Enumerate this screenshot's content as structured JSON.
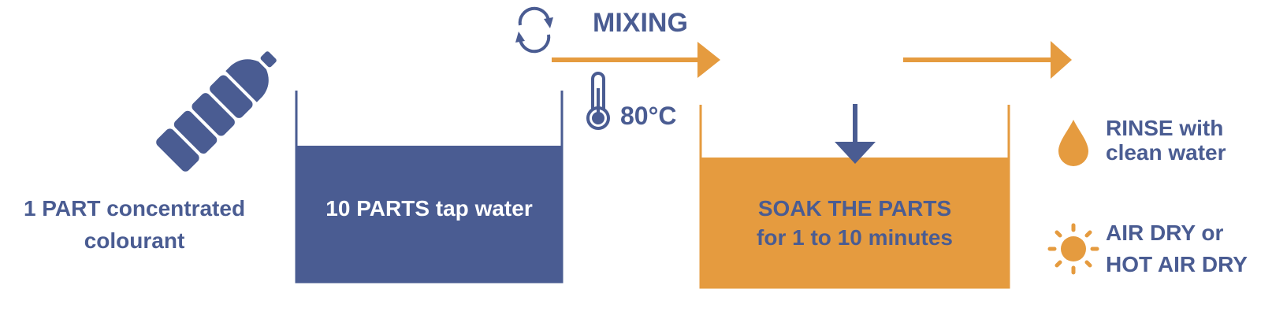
{
  "colors": {
    "blue": "#4a5c92",
    "orange": "#e59b3f",
    "background": "#ffffff"
  },
  "icons": [
    "bottle-icon",
    "mixing-cycle-icon",
    "thermometer-icon",
    "water-drop-icon",
    "sun-icon"
  ],
  "step1": {
    "line1": "1 PART concentrated",
    "line2": "colourant"
  },
  "tank1": {
    "label": "10 PARTS tap water"
  },
  "mixing": {
    "label": "MIXING",
    "temperature": "80°C"
  },
  "tank2": {
    "line1": "SOAK THE PARTS",
    "line2": "for 1 to 10 minutes"
  },
  "rinse": {
    "line1": "RINSE with",
    "line2": "clean water"
  },
  "dry": {
    "line1": "AIR DRY or",
    "line2": "HOT AIR DRY"
  }
}
